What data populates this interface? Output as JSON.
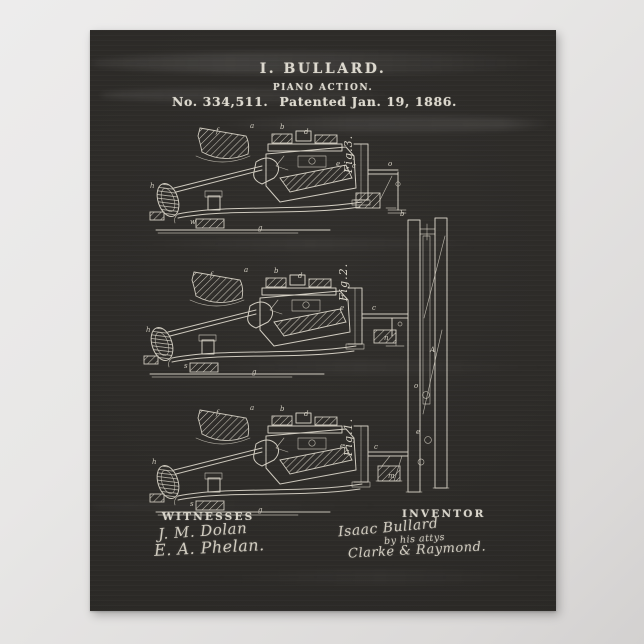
{
  "poster": {
    "header": {
      "inventor_name": "I. BULLARD.",
      "invention_title": "PIANO ACTION.",
      "patent_number": "No. 334,511.",
      "patent_date": "Patented Jan. 19, 1886."
    },
    "figures": [
      {
        "label": "Fig.3.",
        "part_labels": [
          "f",
          "a",
          "b",
          "d",
          "h",
          "e",
          "c",
          "o",
          "g",
          "w"
        ]
      },
      {
        "label": "Fig.2.",
        "part_labels": [
          "f",
          "a",
          "b",
          "d",
          "h",
          "e",
          "c",
          "n",
          "g",
          "s"
        ]
      },
      {
        "label": "Fig.1.",
        "part_labels": [
          "f",
          "a",
          "b",
          "d",
          "h",
          "e",
          "c",
          "m",
          "g",
          "s"
        ]
      }
    ],
    "case_labels": [
      "b",
      "A",
      "o",
      "e"
    ],
    "footer": {
      "witnesses_heading": "WITNESSES",
      "witness_signatures": [
        "J. M. Dolan",
        "E. A. Phelan."
      ],
      "inventor_heading": "INVENTOR",
      "inventor_signature": "Isaac Bullard",
      "attorney_line": "by his attys",
      "attorney_signature": "Clarke & Raymond."
    },
    "colors": {
      "background": "#e8e7e6",
      "board": "#2d2b28",
      "chalk": "#ddd8cb"
    }
  }
}
